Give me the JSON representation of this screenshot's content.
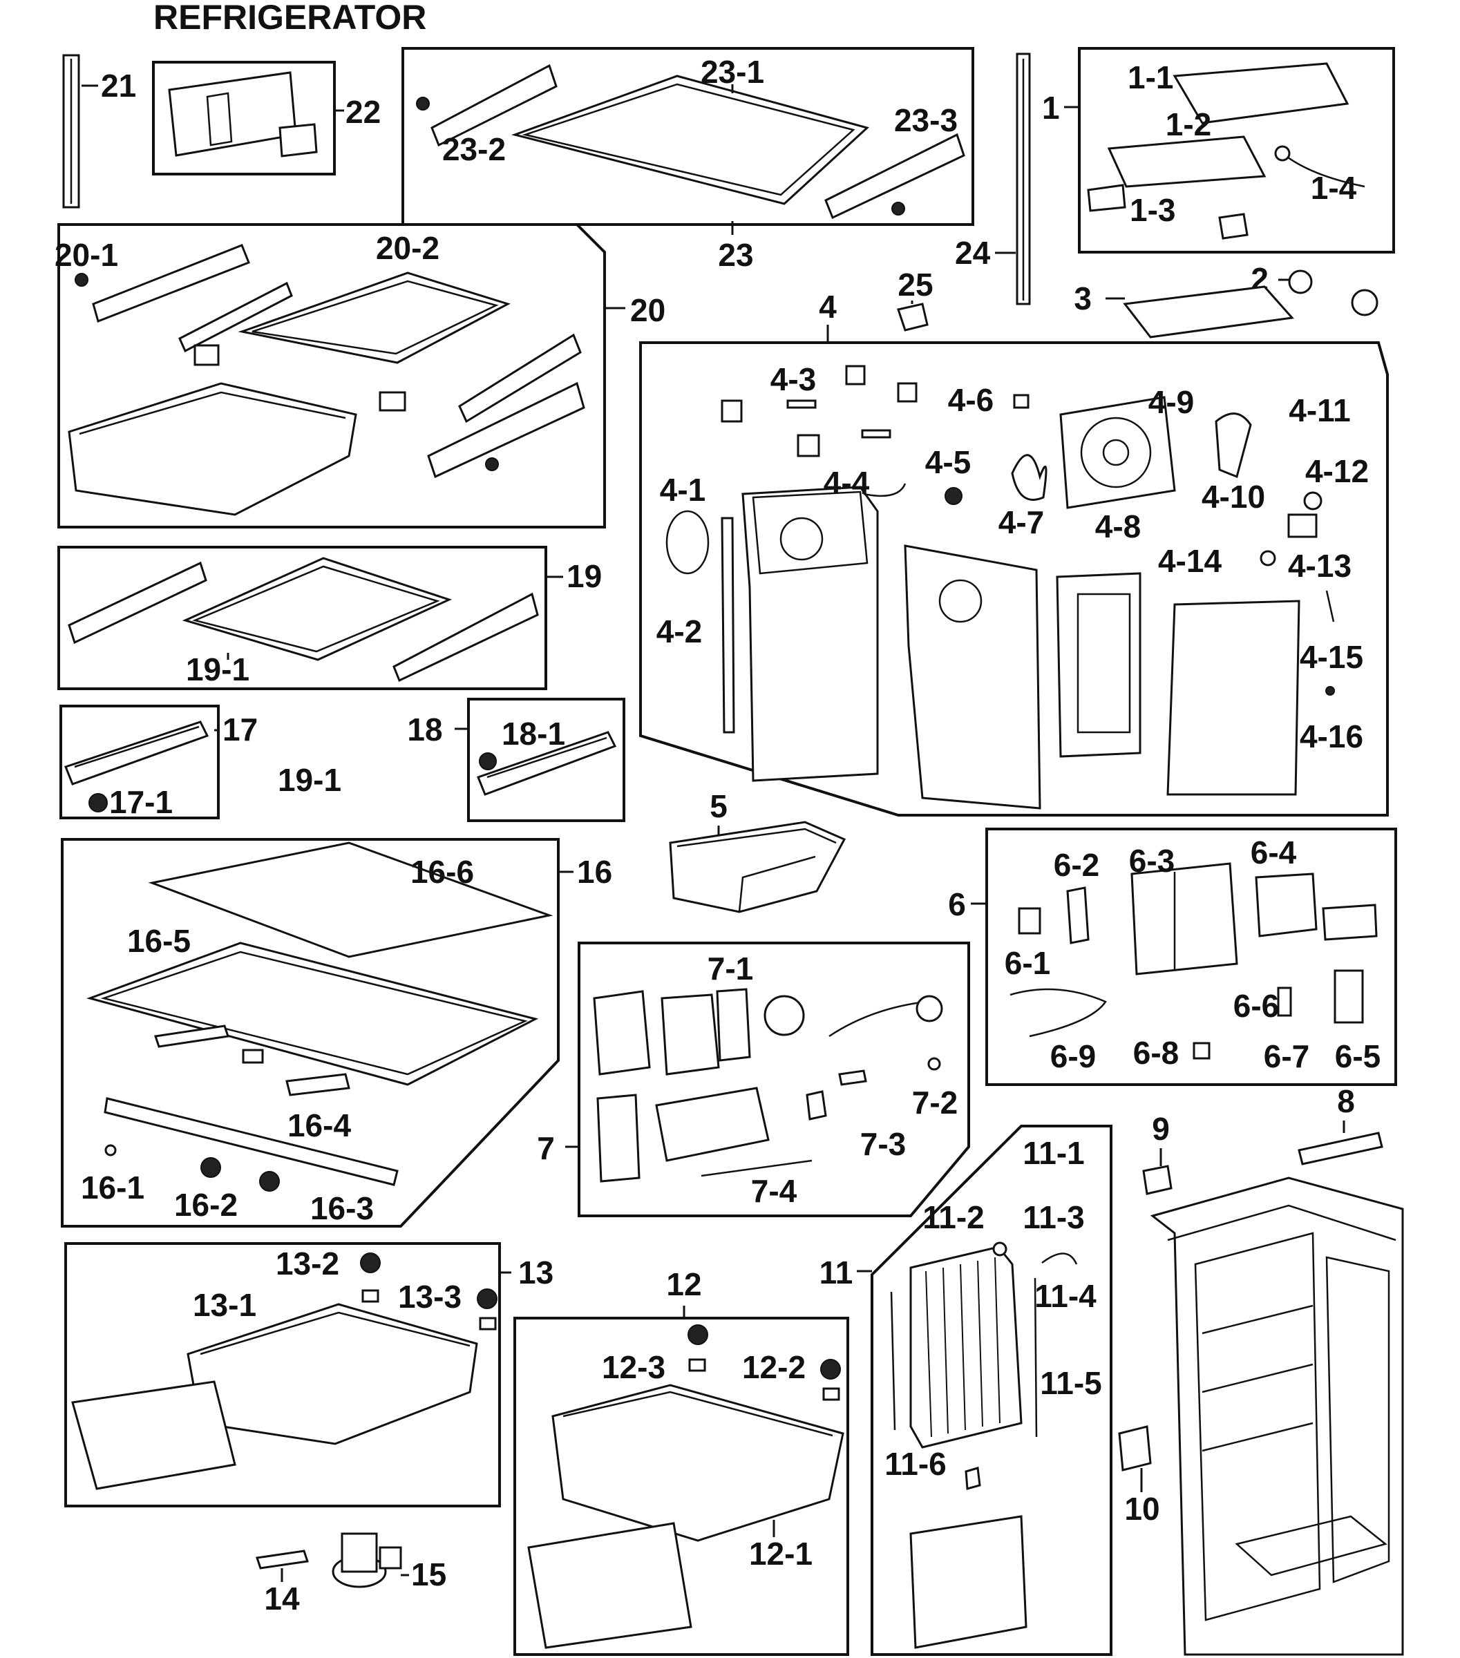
{
  "title": "REFRIGERATOR",
  "labels": {
    "p21": "21",
    "p22": "22",
    "p23": "23",
    "p23_1": "23-1",
    "p23_2": "23-2",
    "p23_3": "23-3",
    "p24": "24",
    "p1": "1",
    "p1_1": "1-1",
    "p1_2": "1-2",
    "p1_3": "1-3",
    "p1_4": "1-4",
    "p2": "2",
    "p3": "3",
    "p25": "25",
    "p20": "20",
    "p20_1": "20-1",
    "p20_2": "20-2",
    "p4": "4",
    "p4_1": "4-1",
    "p4_2": "4-2",
    "p4_3": "4-3",
    "p4_4": "4-4",
    "p4_5": "4-5",
    "p4_6": "4-6",
    "p4_7": "4-7",
    "p4_8": "4-8",
    "p4_9": "4-9",
    "p4_10": "4-10",
    "p4_11": "4-11",
    "p4_12": "4-12",
    "p4_13": "4-13",
    "p4_14": "4-14",
    "p4_15": "4-15",
    "p4_16": "4-16",
    "p19": "19",
    "p19_1": "19-1",
    "p19_1b": "19-1",
    "p17": "17",
    "p17_1": "17-1",
    "p18": "18",
    "p18_1": "18-1",
    "p5": "5",
    "p16": "16",
    "p16_1": "16-1",
    "p16_2": "16-2",
    "p16_3": "16-3",
    "p16_4": "16-4",
    "p16_5": "16-5",
    "p16_6": "16-6",
    "p6": "6",
    "p6_1": "6-1",
    "p6_2": "6-2",
    "p6_3": "6-3",
    "p6_4": "6-4",
    "p6_5": "6-5",
    "p6_6": "6-6",
    "p6_7": "6-7",
    "p6_8": "6-8",
    "p6_9": "6-9",
    "p7": "7",
    "p7_1": "7-1",
    "p7_2": "7-2",
    "p7_3": "7-3",
    "p7_4": "7-4",
    "p8": "8",
    "p9": "9",
    "p10": "10",
    "p11": "11",
    "p11_1": "11-1",
    "p11_2": "11-2",
    "p11_3": "11-3",
    "p11_4": "11-4",
    "p11_5": "11-5",
    "p11_6": "11-6",
    "p12": "12",
    "p12_1": "12-1",
    "p12_2": "12-2",
    "p12_3": "12-3",
    "p13": "13",
    "p13_1": "13-1",
    "p13_2": "13-2",
    "p13_3": "13-3",
    "p14": "14",
    "p15": "15"
  }
}
